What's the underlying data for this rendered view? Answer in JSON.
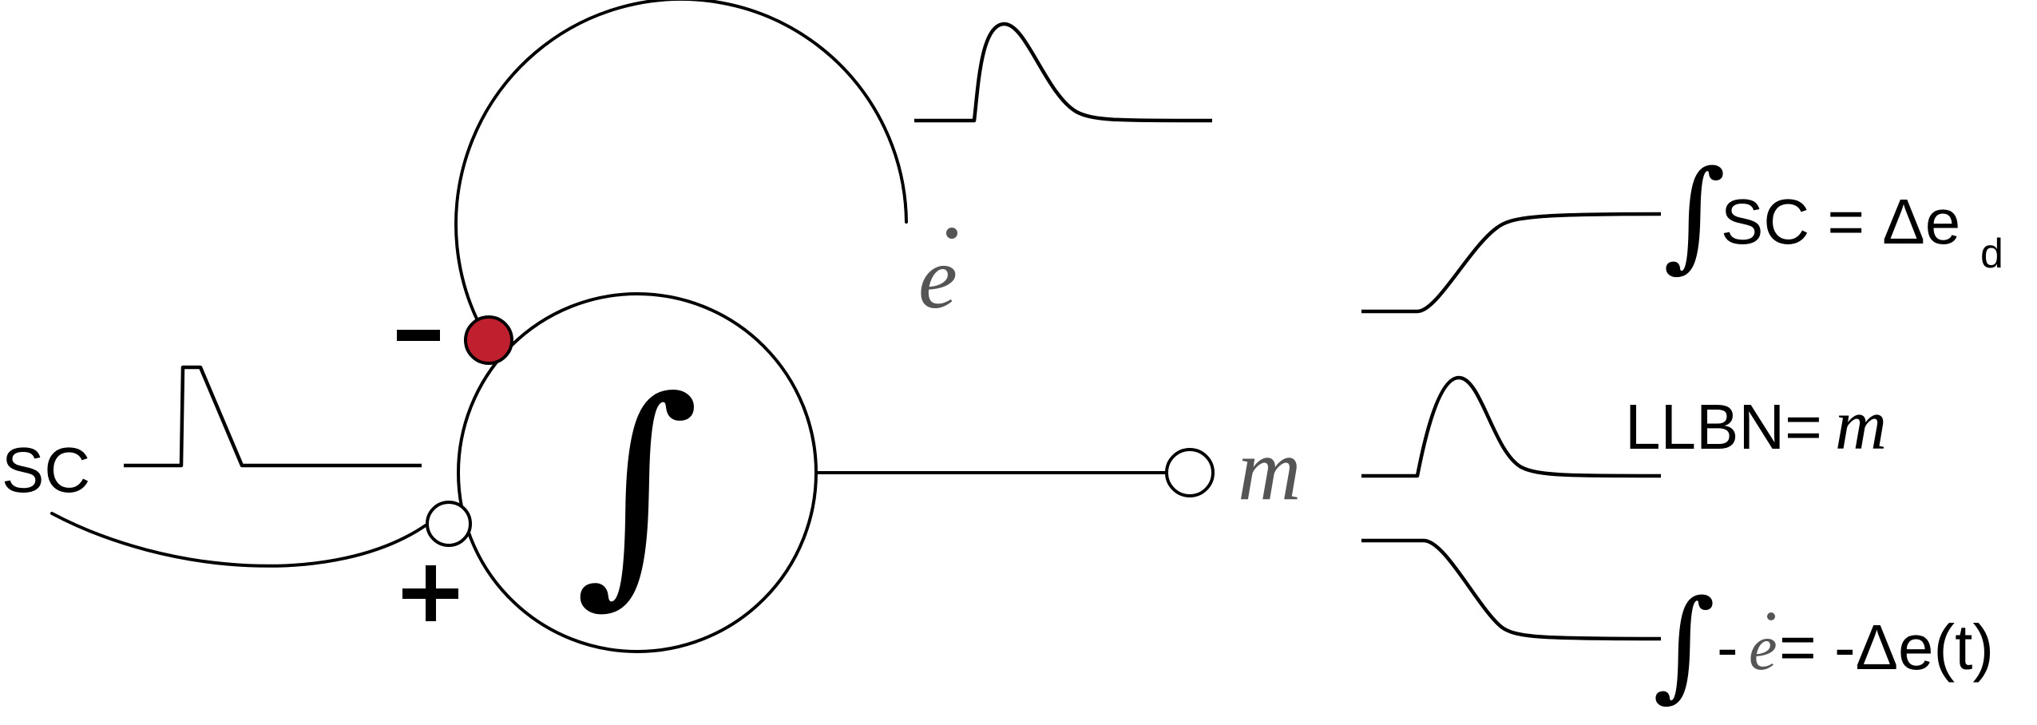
{
  "labels": {
    "sc_input": "SC",
    "minus_sign": "-",
    "plus_sign": "+",
    "integrator_symbol": "∫",
    "edot_symbol": "e",
    "m_output": "m",
    "llbn_text": "LLBN=",
    "llbn_m": "m",
    "integral_sc_symbol": "∫",
    "integral_sc_text": "SC = Δe",
    "integral_sc_subscript": "d",
    "integral_edot_symbol": "∫",
    "integral_edot_minus": "-",
    "integral_edot_e": "e",
    "integral_edot_rest": "= -Δe(t)"
  },
  "colors": {
    "inhibitory_node": "#c01f2e",
    "excitatory_node": "#ffffff",
    "stroke": "#000000",
    "edot_gray": "#555555"
  }
}
